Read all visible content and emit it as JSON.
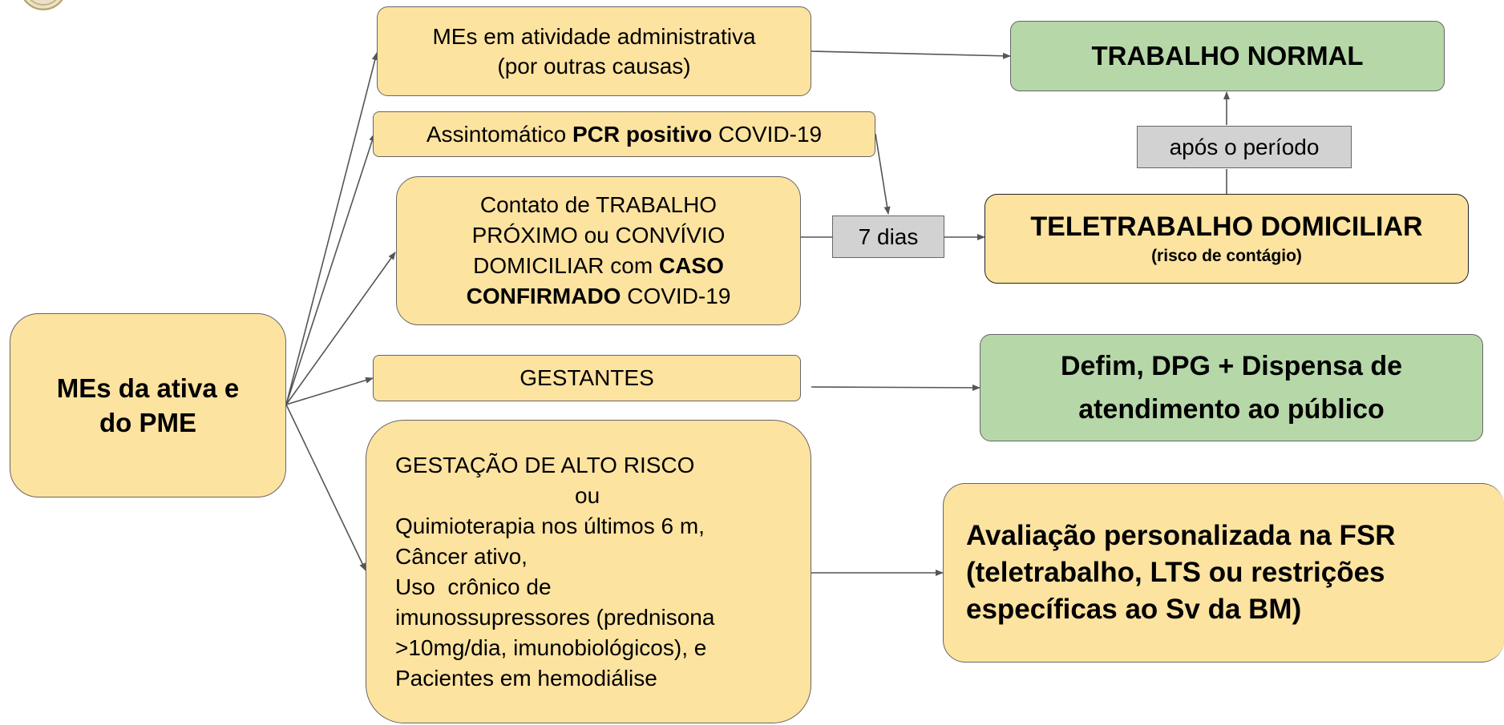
{
  "nodes": {
    "root": {
      "line1": "MEs da ativa e",
      "line2": "do PME"
    },
    "admin": {
      "line1": "MEs em atividade administrativa",
      "line2": "(por outras causas)"
    },
    "pcr": {
      "pre": "Assintomático ",
      "bold": "PCR positivo",
      "post": " COVID-19"
    },
    "contact": {
      "l1": "Contato de TRABALHO",
      "l2": "PRÓXIMO ou CONVÍVIO",
      "l3_pre": "DOMICILIAR com ",
      "l3_bold": "CASO",
      "l4_bold": "CONFIRMADO",
      "l4_post": " COVID-19"
    },
    "pregnant": {
      "label": "GESTANTES"
    },
    "highrisk": {
      "l1": "GESTAÇÃO DE ALTO RISCO",
      "l2": "ou",
      "l3": "Quimioterapia nos últimos 6 m,",
      "l4": "Câncer ativo,",
      "l5": "Uso  crônico de",
      "l6": "imunossupressores (prednisona",
      "l7": ">10mg/dia, imunobiológicos), e",
      "l8": "Pacientes em hemodiálise"
    },
    "normal": {
      "label": "TRABALHO NORMAL"
    },
    "after": {
      "label": "após o período"
    },
    "days": {
      "label": "7 dias"
    },
    "telework": {
      "title": "TELETRABALHO DOMICILIAR",
      "subtitle": "(risco de contágio)"
    },
    "defim": {
      "line1": "Defim, DPG + Dispensa de",
      "line2": "atendimento ao público"
    },
    "eval": {
      "line1": "Avaliação personalizada na FSR",
      "line2": "(teletrabalho, LTS ou restrições",
      "line3": "específicas ao Sv da BM)"
    }
  },
  "colors": {
    "yellow": "#fde3a0",
    "green": "#b6d7a8",
    "gray": "#d2d2d2",
    "border": "#666666"
  }
}
